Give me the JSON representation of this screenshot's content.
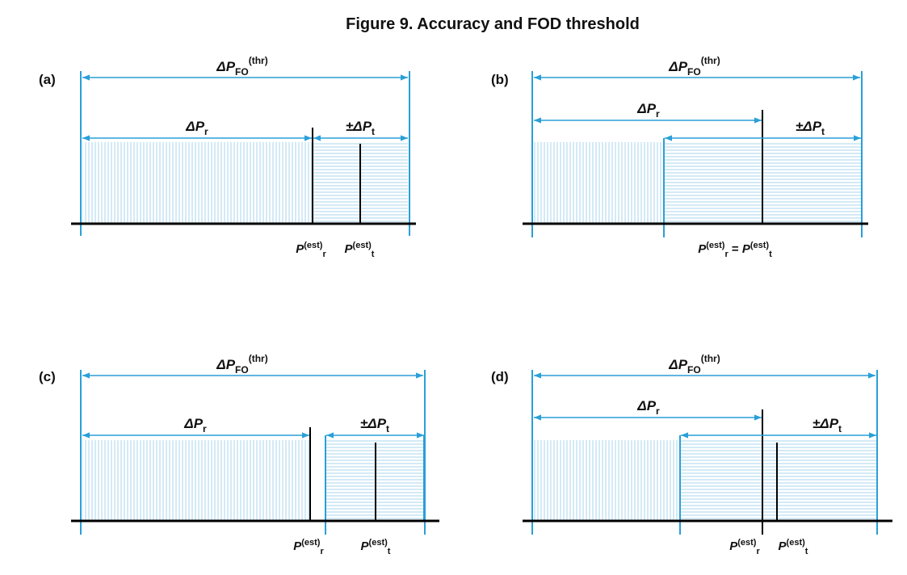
{
  "figure": {
    "title": "Figure 9. Accuracy and FOD threshold"
  },
  "colors": {
    "accent": "#2a9fd8",
    "hatch": "#a9d6ee",
    "axis": "#000000"
  },
  "labels": {
    "threshold": {
      "main": "ΔP",
      "sub": "FO",
      "sup": "(thr)"
    },
    "dp_r": {
      "main": "ΔP",
      "sub": "r"
    },
    "dp_t": {
      "main": "±ΔP",
      "sub": "t"
    },
    "pr_est": {
      "main": "P",
      "sub": "r",
      "sup": "(est)"
    },
    "pt_est": {
      "main": "P",
      "sub": "t",
      "sup": "(est)"
    },
    "equals": "="
  },
  "panels": [
    {
      "id": "a",
      "label": "(a)",
      "case": "P_r(est) < P_t(est), ranges adjacent"
    },
    {
      "id": "b",
      "label": "(b)",
      "case": "P_r(est) = P_t(est), ranges overlap"
    },
    {
      "id": "c",
      "label": "(c)",
      "case": "ranges separated by a gap"
    },
    {
      "id": "d",
      "label": "(d)",
      "case": "P_r(est) < P_t(est), ranges overlap"
    }
  ]
}
